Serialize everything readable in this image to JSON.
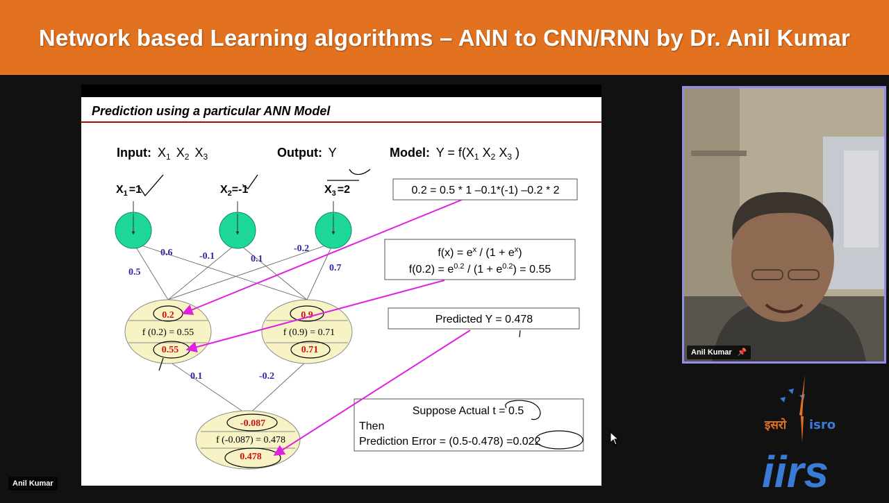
{
  "banner": {
    "title": "Network based Learning algorithms – ANN to CNN/RNN by Dr. Anil Kumar"
  },
  "slide": {
    "title": "Prediction using a particular ANN Model",
    "input_label": "Input:",
    "input_vars": [
      "X",
      "1",
      "X",
      "2",
      "X",
      "3"
    ],
    "output_label": "Output:",
    "output_var": "Y",
    "model_label": "Model:",
    "model_expr": [
      "Y = f(X",
      "1",
      " X",
      "2",
      " X",
      "3",
      ")"
    ],
    "inputs": [
      {
        "name": "X",
        "sub": "1",
        "value": "=1"
      },
      {
        "name": "X",
        "sub": "2",
        "value": "=-1"
      },
      {
        "name": "X",
        "sub": "3",
        "value": "=2"
      }
    ],
    "weights_hidden1": [
      "0.5",
      "-0.1",
      "-0.2"
    ],
    "weights_hidden2": [
      "0.6",
      "0.1",
      "0.7"
    ],
    "weights_output": [
      "0.1",
      "-0.2"
    ],
    "hidden1": {
      "net": "0.2",
      "func": "f (0.2) = 0.55",
      "out": "0.55"
    },
    "hidden2": {
      "net": "0.9",
      "func": "f (0.9) = 0.71",
      "out": "0.71"
    },
    "output_node": {
      "net": "-0.087",
      "func": "f (-0.087) = 0.478",
      "out": "0.478"
    },
    "eq_box": "0.2 = 0.5 * 1 –0.1*(-1) –0.2 * 2",
    "sigmoid_box": {
      "line1_a": "f(x) = e",
      "line1_sup": "x",
      "line1_b": " / (1 + e",
      "line1_sup2": "x",
      "line1_c": ")",
      "line2_a": "f(0.2) = e",
      "line2_sup": "0.2",
      "line2_b": " / (1 + e",
      "line2_sup2": "0.2",
      "line2_c": ") = 0.55"
    },
    "predicted_box": "Predicted Y = 0.478",
    "error_box": {
      "line1": "Suppose Actual t = 0.5",
      "line2": "Then",
      "line3": "Prediction Error = (0.5-0.478) =0.022"
    },
    "colors": {
      "node": "#1ed89a",
      "oval": "#f7f3c4",
      "arrow": "#e020e0",
      "title": "#2b2b9a",
      "rule": "#c00000",
      "weight": "#2b2b9a",
      "red_value": "#cc1111"
    }
  },
  "participants": {
    "speaker_name": "Anil Kumar",
    "self_name": "Anil Kumar",
    "pin_icon": "pin-icon"
  },
  "logos": {
    "isro_hindi": "इसरो",
    "isro": "isro",
    "iirs": "iirs"
  }
}
